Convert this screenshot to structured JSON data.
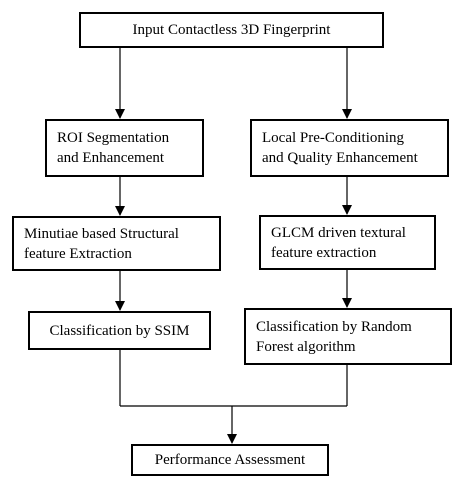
{
  "diagram": {
    "nodes": {
      "input": {
        "line1": "Input Contactless 3D Fingerprint"
      },
      "roi": {
        "line1": "ROI Segmentation",
        "line2": "and Enhancement"
      },
      "local": {
        "line1": "Local Pre-Conditioning",
        "line2": "and Quality Enhancement"
      },
      "minutiae": {
        "line1": "Minutiae based Structural",
        "line2": "feature Extraction"
      },
      "glcm": {
        "line1": "GLCM driven textural",
        "line2": "feature extraction"
      },
      "ssim": {
        "line1": "Classification by SSIM"
      },
      "rf": {
        "line1": "Classification by Random",
        "line2": "Forest algorithm"
      },
      "perf": {
        "line1": "Performance Assessment"
      }
    },
    "colors": {
      "stroke": "#000000",
      "background": "#ffffff"
    }
  }
}
